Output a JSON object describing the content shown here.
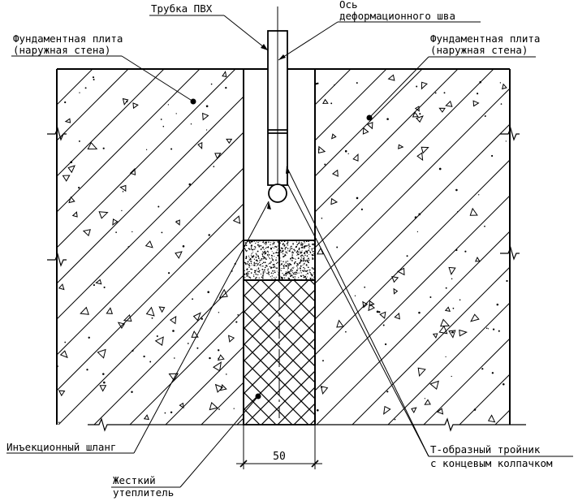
{
  "labels": {
    "pvc_tube": "Трубка ПВХ",
    "joint_axis_1": "Ось",
    "joint_axis_2": "деформационного шва",
    "slab_left_1": "Фундаментная плита",
    "slab_left_2": "(наружная стена)",
    "slab_right_1": "Фундаментная плита",
    "slab_right_2": "(наружная стена)",
    "injection_hose": "Инъекционный шланг",
    "rigid_insulation_1": "Жесткий",
    "rigid_insulation_2": "утеплитель",
    "tee_1": "Т-образный тройник",
    "tee_2": "с концевым колпачком"
  },
  "dimension": {
    "joint_width": "50"
  },
  "colors": {
    "line": "#000000",
    "background": "#ffffff"
  }
}
